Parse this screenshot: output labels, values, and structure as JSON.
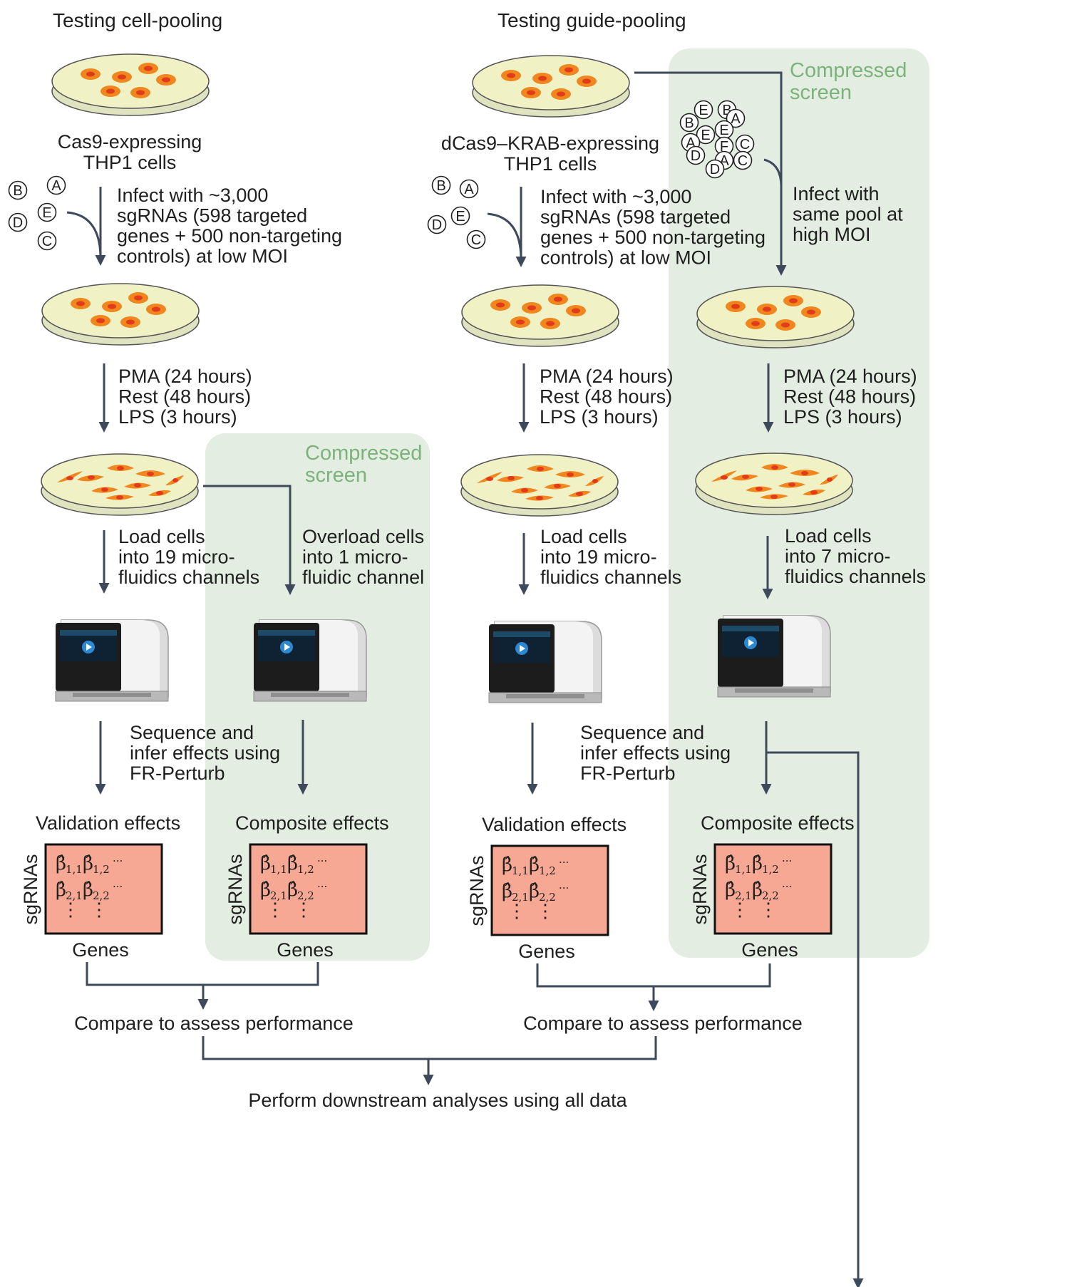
{
  "headers": {
    "left": "Testing cell-pooling",
    "right": "Testing guide-pooling"
  },
  "compressed_label": [
    "Compressed",
    "screen"
  ],
  "cells": {
    "left": [
      "Cas9-expressing",
      "THP1 cells"
    ],
    "right": [
      "dCas9–KRAB-expressing",
      "THP1 cells"
    ]
  },
  "guide_letters_small": [
    "A",
    "B",
    "C",
    "D",
    "E"
  ],
  "guide_letters_pool": [
    "E",
    "B",
    "A",
    "B",
    "E",
    "E",
    "A",
    "C",
    "D",
    "F",
    "A",
    "C",
    "D"
  ],
  "infect_low": [
    "Infect with ~3,000",
    "sgRNAs (598 targeted",
    "genes + 500 non-targeting",
    "controls) at low MOI"
  ],
  "infect_high": [
    "Infect with",
    "same pool at",
    "high MOI"
  ],
  "treatment": [
    "PMA (24 hours)",
    "Rest (48 hours)",
    "LPS (3 hours)"
  ],
  "load_19": [
    "Load cells",
    "into 19 micro-",
    "fluidics channels"
  ],
  "overload_1": [
    "Overload cells",
    "into 1 micro-",
    "fluidic channel"
  ],
  "load_7": [
    "Load cells",
    "into 7 micro-",
    "fluidics channels"
  ],
  "sequence": [
    "Sequence and",
    "infer effects using",
    "FR-Perturb"
  ],
  "effects": {
    "validation": "Validation effects",
    "composite": "Composite effects"
  },
  "matrix": {
    "ylabel": "sgRNAs",
    "xlabel": "Genes",
    "symbol": "β̂",
    "subs": [
      "1,1",
      "1,2",
      "2,1",
      "2,2"
    ],
    "ellipsis": "···",
    "vdots": "⋮"
  },
  "compare": "Compare to assess performance",
  "downstream": "Perform downstream analyses using all data",
  "colors": {
    "green_panel": "#e4ede2",
    "green_text": "#7cb37a",
    "matrix_fill": "#f7a894",
    "arrow": "#3e4a5c",
    "dish_fill": "#f1f1c6",
    "cell_orange": "#f0861e"
  }
}
